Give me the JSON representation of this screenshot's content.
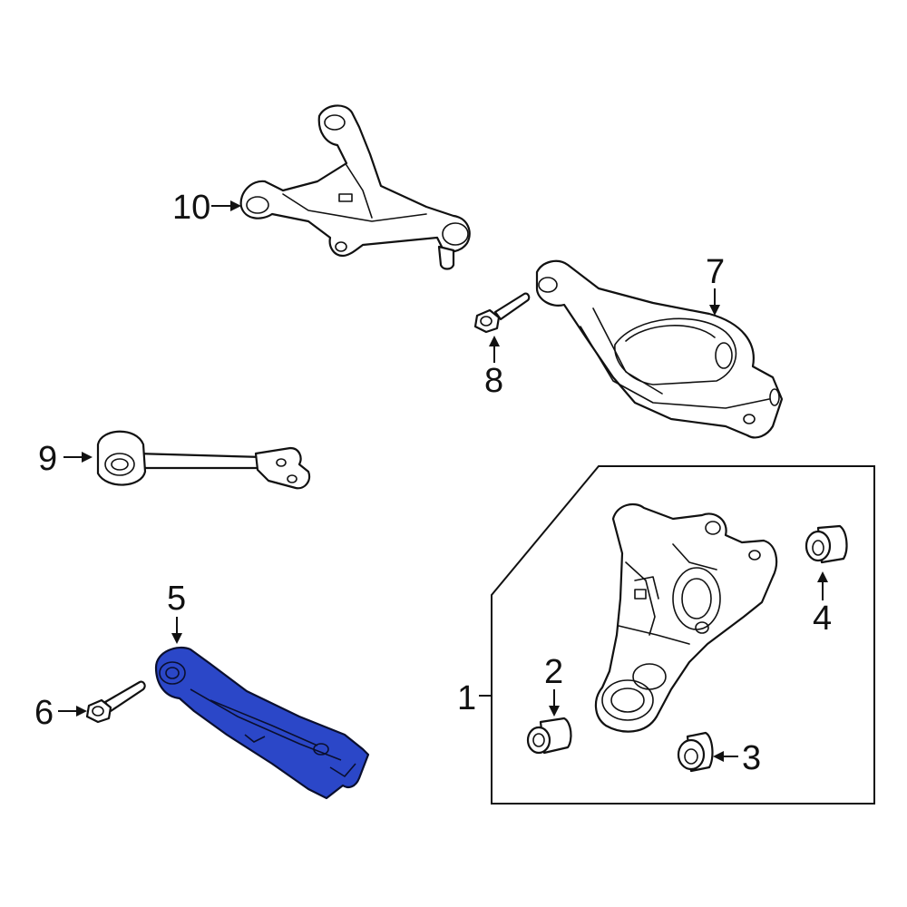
{
  "callouts": {
    "c1": "1",
    "c2": "2",
    "c3": "3",
    "c4": "4",
    "c5": "5",
    "c6": "6",
    "c7": "7",
    "c8": "8",
    "c9": "9",
    "c10": "10"
  },
  "colors": {
    "highlight": "#2b47c8",
    "line": "#111111",
    "background": "#ffffff"
  },
  "highlighted_part": "5"
}
